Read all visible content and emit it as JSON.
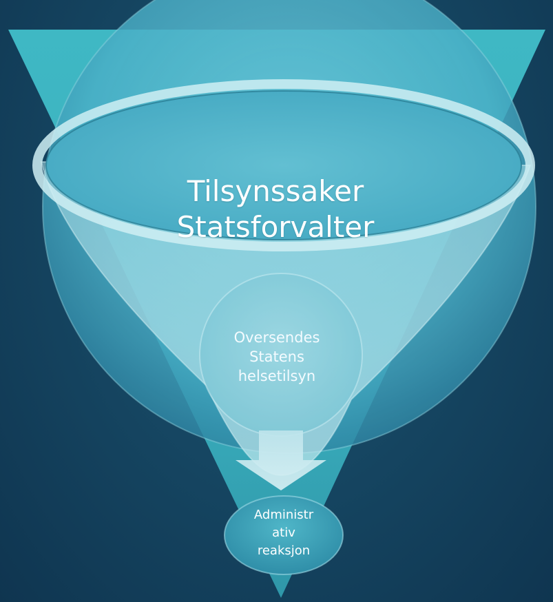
{
  "colors": {
    "background_dark": "#0f3550",
    "background_mid": "#1f5a78",
    "funnel_teal": "#3ab3c0",
    "circle_teal": "#4fb0c8",
    "text": "#ffffff"
  },
  "funnel": {
    "top_label": {
      "line1": "Tilsynssaker",
      "line2": "Statsforvalter"
    },
    "middle_label": {
      "line1": "Oversendes",
      "line2": "Statens",
      "line3": "helsetilsyn"
    },
    "bottom_label": {
      "line1": "Administr",
      "line2": "ativ",
      "line3": "reaksjon"
    }
  }
}
